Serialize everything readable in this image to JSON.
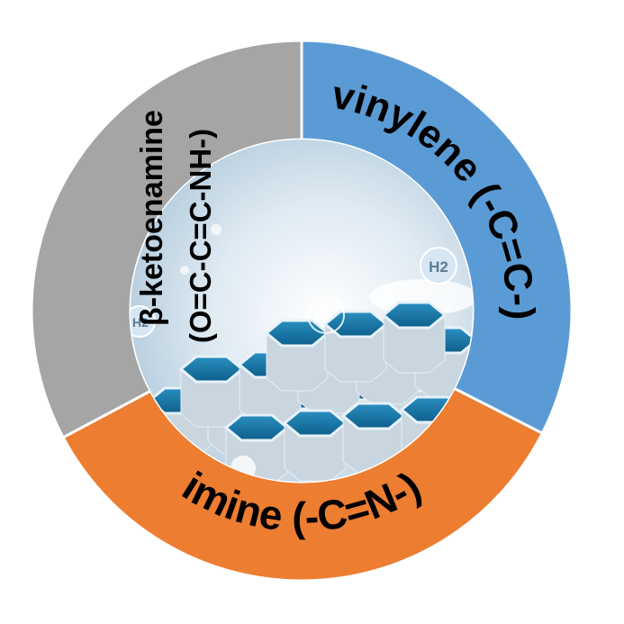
{
  "segments": [
    {
      "id": "beta-ketoenamine",
      "line1": "β-ketoenamine",
      "line2": "(O=C-C=C-NH-)",
      "color": "#a5a5a5"
    },
    {
      "id": "vinylene",
      "label": "vinylene (-C=C-)",
      "color": "#5b9bd5"
    },
    {
      "id": "imine",
      "label": "imine (-C=N-)",
      "color": "#ed7d31"
    }
  ],
  "center_image": {
    "h2_label_1": "H2",
    "h2_label_2": "H2"
  }
}
